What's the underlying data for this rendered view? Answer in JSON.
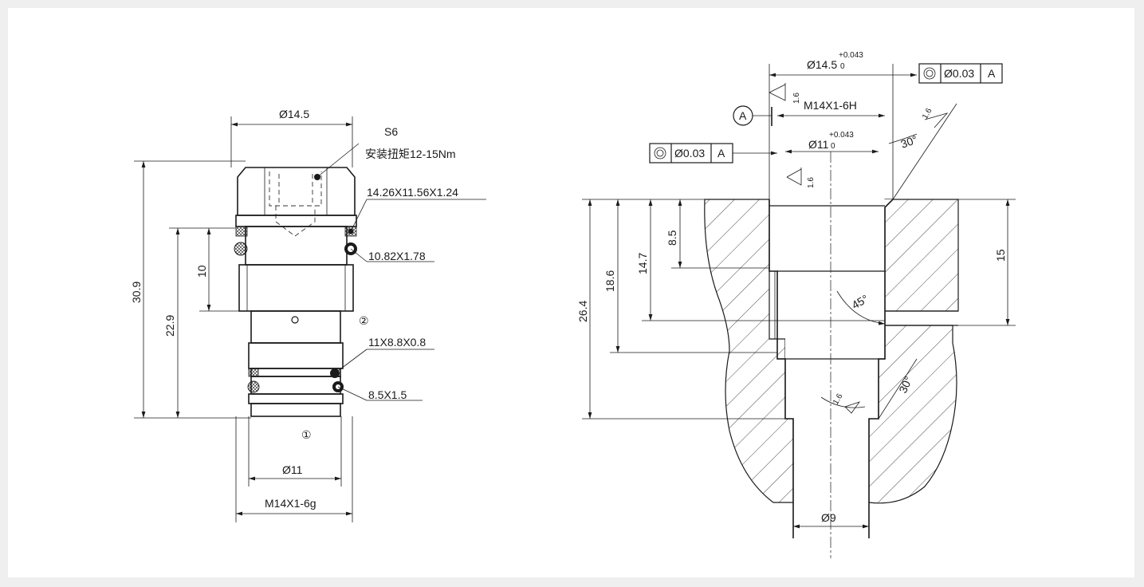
{
  "left": {
    "dim_top": "Ø14.5",
    "hex_label": "S6",
    "torque_label": "安装扭矩12-15Nm",
    "oring1": "14.26X11.56X1.24",
    "oring2": "10.82X1.78",
    "oring3": "11X8.8X0.8",
    "oring4": "8.5X1.5",
    "mark2": "②",
    "mark1": "①",
    "dim_309": "30.9",
    "dim_229": "22.9",
    "dim_10": "10",
    "dim_11": "Ø11",
    "thread": "M14X1-6g"
  },
  "right": {
    "dim_145": "Ø14.5",
    "tol_145": "+0.043",
    "tol_145_low": "0",
    "datum_a": "A",
    "tol_frame_top_value": "Ø0.03",
    "tol_frame_top_datum": "A",
    "rough_16": "1.6",
    "thread": "M14X1-6H",
    "dim_11": "Ø11",
    "tol_11": "+0.043",
    "tol_11_low": "0",
    "tol_frame_left_value": "Ø0.03",
    "tol_frame_left_datum": "A",
    "angle_30a": "30°",
    "angle_45": "45°",
    "angle_30b": "30°",
    "dim_264": "26.4",
    "dim_186": "18.6",
    "dim_147": "14.7",
    "dim_85": "8.5",
    "dim_15": "15",
    "dim_9": "Ø9"
  }
}
